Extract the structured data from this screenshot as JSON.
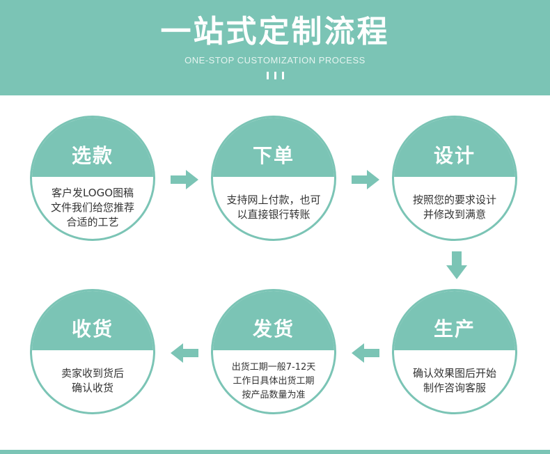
{
  "header": {
    "title": "一站式定制流程",
    "subtitle": "ONE-STOP CUSTOMIZATION PROCESS"
  },
  "colors": {
    "accent": "#7bc4b5",
    "text": "#333333",
    "background": "#ffffff"
  },
  "steps": [
    {
      "title": "选款",
      "desc": "客户发LOGO图稿\n文件我们给您推荐\n合适的工艺"
    },
    {
      "title": "下单",
      "desc": "支持网上付款，也可\n以直接银行转账"
    },
    {
      "title": "设计",
      "desc": "按照您的要求设计\n并修改到满意"
    },
    {
      "title": "生产",
      "desc": "确认效果图后开始\n制作咨询客服"
    },
    {
      "title": "发货",
      "desc": "出货工期一般7-12天\n工作日具体出货工期\n按产品数量为准"
    },
    {
      "title": "收货",
      "desc": "卖家收到货后\n确认收货"
    }
  ],
  "icons": {
    "arrow_right": "arrow-right-icon",
    "arrow_down": "arrow-down-icon",
    "arrow_left": "arrow-left-icon"
  }
}
